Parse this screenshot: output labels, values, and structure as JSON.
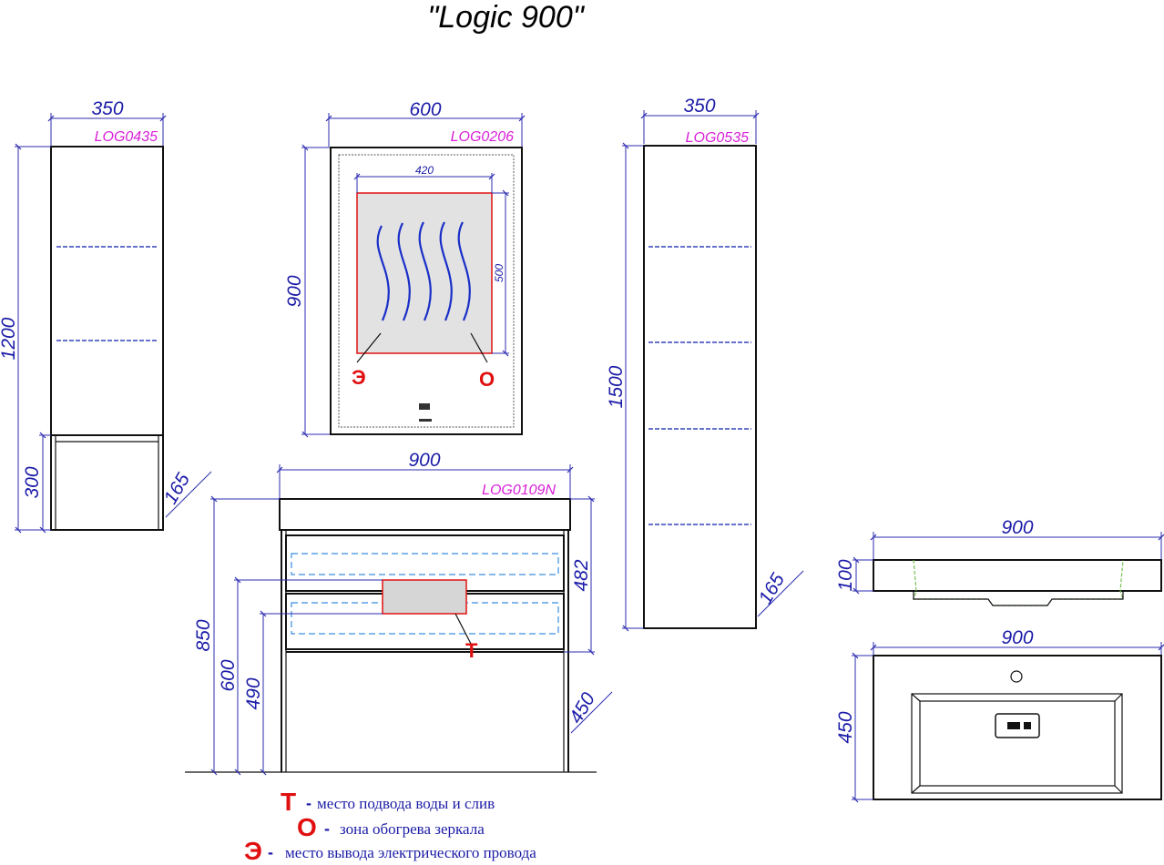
{
  "title": "\"Logic 900\"",
  "codes": {
    "left_cabinet": "LOG0435",
    "mirror": "LOG0206",
    "right_cabinet": "LOG0535",
    "vanity": "LOG0109N"
  },
  "dimensions": {
    "left_width": "350",
    "left_height": "1200",
    "left_lower": "300",
    "left_depth": "165",
    "mirror_width": "600",
    "mirror_height": "900",
    "heat_width": "420",
    "heat_height": "500",
    "right_width": "350",
    "right_height": "1500",
    "right_depth": "165",
    "vanity_width": "900",
    "vanity_height": "850",
    "vanity_600": "600",
    "vanity_490": "490",
    "vanity_482": "482",
    "vanity_depth": "450",
    "basin_side_width": "900",
    "basin_side_height": "100",
    "basin_top_width": "900",
    "basin_top_depth": "450"
  },
  "markers": {
    "e": "Э",
    "o": "О",
    "t": "Т"
  },
  "legend": [
    {
      "symbol": "Т",
      "text": "место подвода воды и слив"
    },
    {
      "symbol": "О",
      "text": "зона обогрева зеркала"
    },
    {
      "symbol": "Э",
      "text": "место вывода электрического провода"
    }
  ],
  "legend_dash": "-",
  "colors": {
    "dimension": "#1c1ca8",
    "code": "#d81ed8",
    "marker": "#e01010",
    "shelf": "#3344bb",
    "drawer": "#3a8ee0",
    "basin_inner": "#77c050"
  }
}
